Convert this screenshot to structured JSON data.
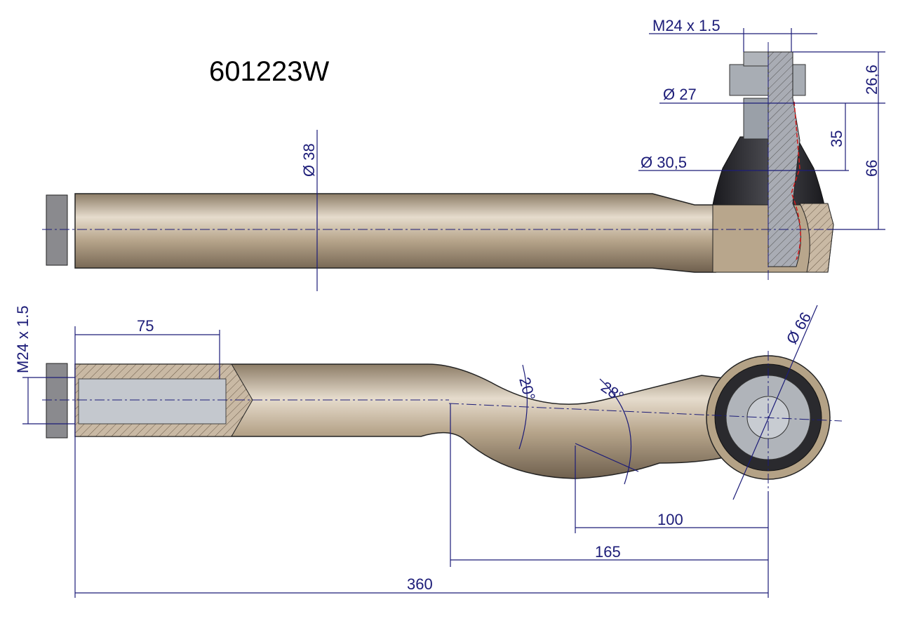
{
  "part_number": "601223W",
  "dimensions": {
    "top_thread": "M24 x 1.5",
    "stud_diameter": "Ø 27",
    "boot_diameter": "Ø 30,5",
    "nut_height": "26,6",
    "taper_height": "35",
    "total_height": "66",
    "rod_diameter": "Ø 38",
    "side_thread": "M24 x 1.5",
    "thread_length": "75",
    "angle_1": "20°",
    "angle_2": "28°",
    "eye_diameter": "Ø 66",
    "offset_100": "100",
    "offset_165": "165",
    "overall_length": "360"
  },
  "colors": {
    "dimension": "#1c1c78",
    "body": "#c8b69c",
    "boot": "#2a2a2e"
  }
}
